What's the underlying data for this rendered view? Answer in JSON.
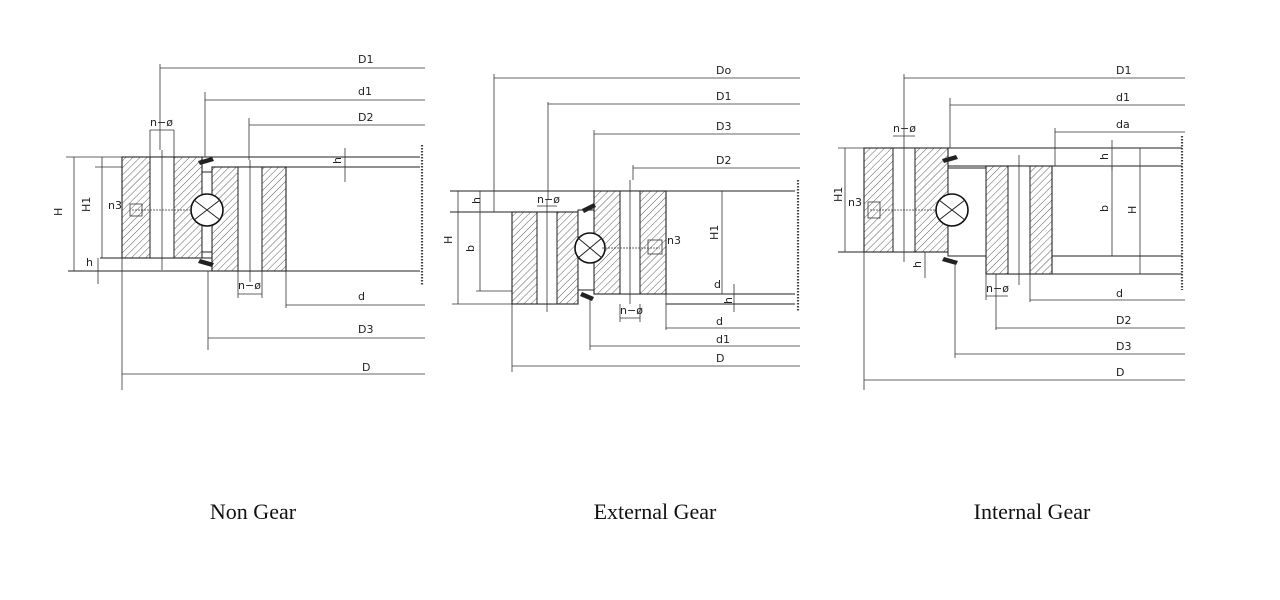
{
  "diagrams": [
    {
      "caption": "Non Gear",
      "labels": {
        "D1": "D1",
        "d1": "d1",
        "D2": "D2",
        "n_phi_top": "n−ø",
        "H": "H",
        "H1": "H1",
        "n3": "n3",
        "h_left": "h",
        "h_right": "h",
        "n_phi_bottom": "n−ø",
        "d": "d",
        "D3": "D3",
        "D": "D"
      }
    },
    {
      "caption": "External Gear",
      "labels": {
        "Do": "Do",
        "D1": "D1",
        "D3": "D3",
        "D2": "D2",
        "h": "h",
        "b": "b",
        "H": "H",
        "n_phi_top": "n−ø",
        "n3": "n3",
        "H1": "H1",
        "d_small": "d",
        "h_right": "h",
        "n_phi_bottom": "n−ø",
        "d": "d",
        "d1": "d1",
        "D": "D"
      }
    },
    {
      "caption": "Internal Gear",
      "labels": {
        "D1": "D1",
        "d1": "d1",
        "da": "da",
        "n_phi_top": "n−ø",
        "H1": "H1",
        "n3": "n3",
        "h_top": "h",
        "b": "b",
        "H": "H",
        "h_bottom": "h",
        "n_phi_bottom": "n−ø",
        "d": "d",
        "D2": "D2",
        "D3": "D3",
        "D": "D"
      }
    }
  ]
}
